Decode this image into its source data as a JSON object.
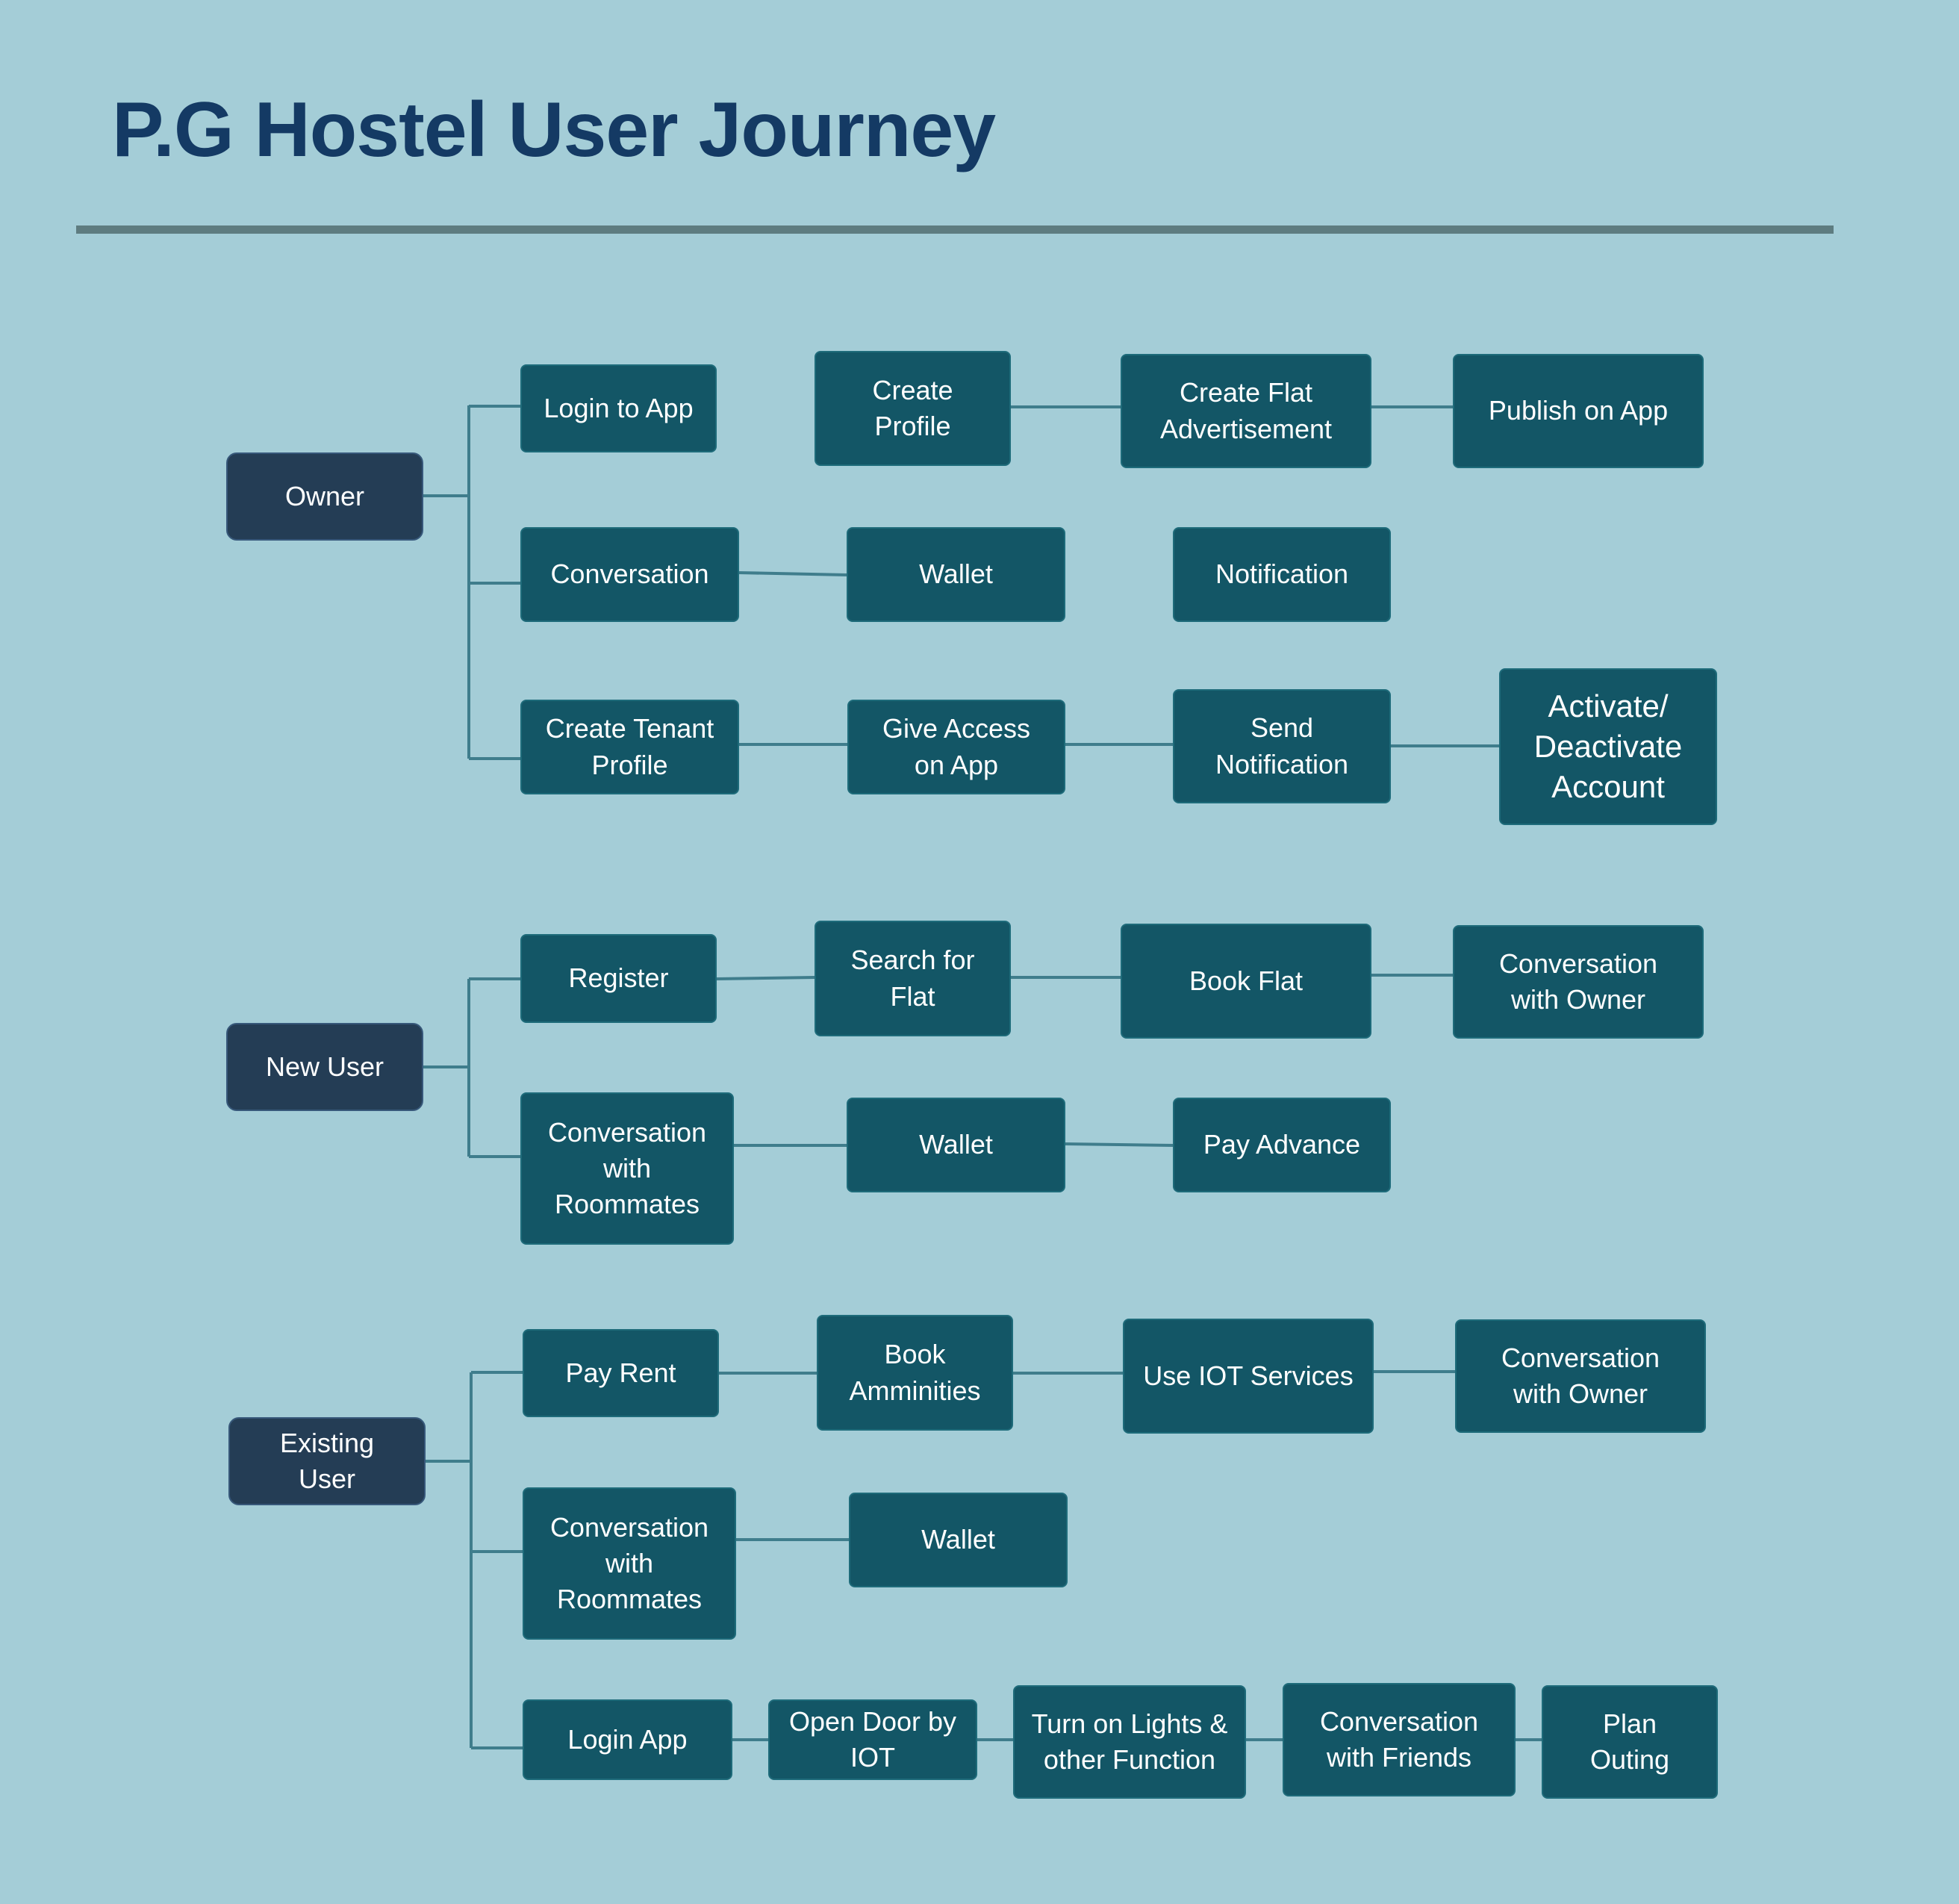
{
  "title": "P.G Hostel User Journey",
  "colors": {
    "background": "#a4cdd7",
    "title": "#143a64",
    "rule": "#5e7c80",
    "root_box": "#243d55",
    "step_box": "#135666",
    "connector": "#3f7d8c"
  },
  "journeys": [
    {
      "root": "Owner",
      "steps": [
        [
          "Login to App",
          "Create\nProfile",
          "Create Flat\nAdvertisement",
          "Publish on App"
        ],
        [
          "Conversation",
          "Wallet",
          "Notification"
        ],
        [
          "Create Tenant\nProfile",
          "Give Access\non App",
          "Send\nNotification",
          "Activate/\nDeactivate\nAccount"
        ]
      ]
    },
    {
      "root": "New User",
      "steps": [
        [
          "Register",
          "Search for\nFlat",
          "Book Flat",
          "Conversation\nwith Owner"
        ],
        [
          "Conversation\nwith\nRoommates",
          "Wallet",
          "Pay Advance"
        ]
      ]
    },
    {
      "root": "Existing\nUser",
      "steps": [
        [
          "Pay Rent",
          "Book\nAmminities",
          "Use IOT Services",
          "Conversation\nwith Owner"
        ],
        [
          "Conversation\nwith\nRoommates",
          "Wallet"
        ],
        [
          "Login App",
          "Open Door by\nIOT",
          "Turn on Lights &\nother Function",
          "Conversation\nwith Friends",
          "Plan\nOuting"
        ]
      ]
    }
  ]
}
